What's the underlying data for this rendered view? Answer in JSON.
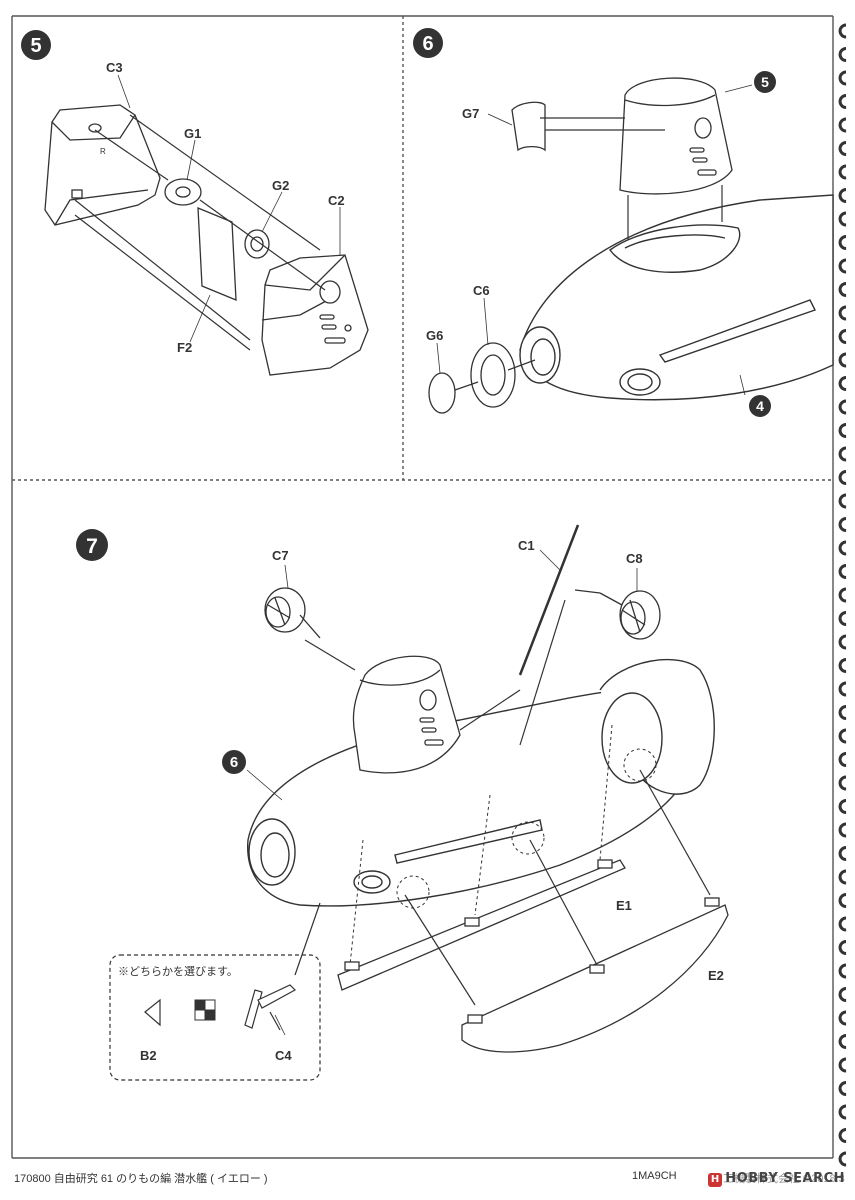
{
  "steps": {
    "s5": {
      "number": "5",
      "labels": {
        "c3": "C3",
        "g1": "G1",
        "g2": "G2",
        "c2": "C2",
        "f2": "F2",
        "r_mark": "R"
      }
    },
    "s6": {
      "number": "6",
      "labels": {
        "g7": "G7",
        "ref5": "5",
        "c6": "C6",
        "g6": "G6",
        "ref4": "4"
      }
    },
    "s7": {
      "number": "7",
      "labels": {
        "c7": "C7",
        "c1": "C1",
        "c8": "C8",
        "ref6": "6",
        "e1": "E1",
        "e2": "E2",
        "b2": "B2",
        "c4": "C4"
      },
      "note": "※どちらかを選びます。"
    }
  },
  "footer": {
    "left": "170800 自由研究 61 のりもの編 潜水艦 ( イエロー )",
    "center": "1MA9CH",
    "right": "ジ工機製株式会社 ©2018.3"
  },
  "watermark": {
    "logo": "H",
    "text": "HOBBY SEARCH"
  }
}
